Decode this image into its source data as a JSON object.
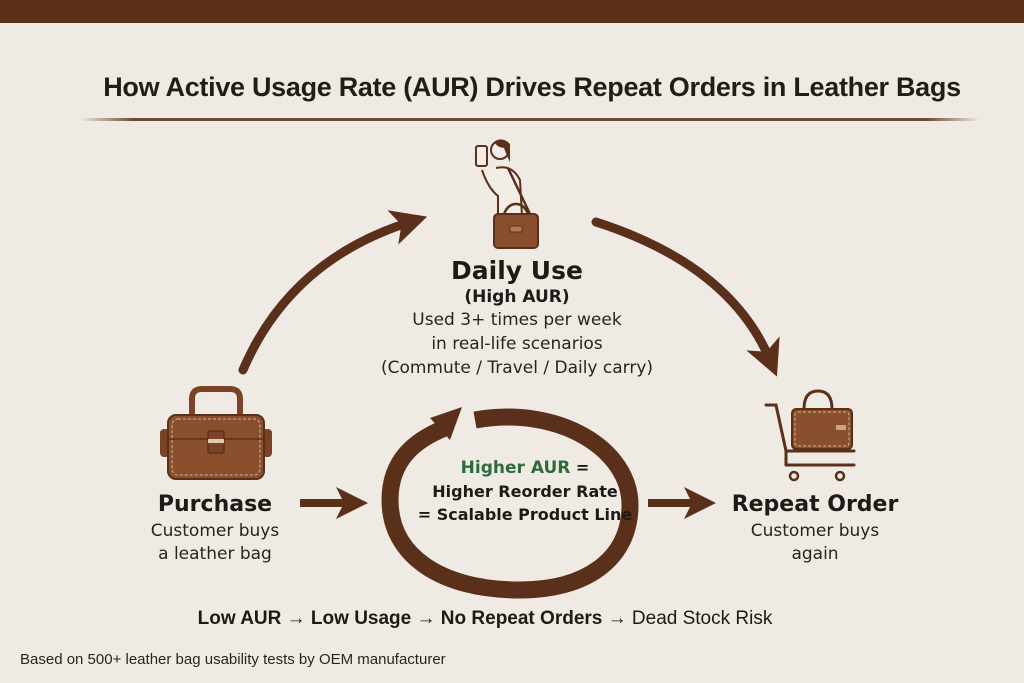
{
  "header": {
    "title": "How Active Usage Rate (AUR) Drives Repeat Orders in Leather Bags"
  },
  "nodes": {
    "daily_use": {
      "icon": "person-with-phone-and-bag-icon",
      "name": "Daily Use",
      "sub": "(High AUR)",
      "desc_lines": [
        "Used 3+ times per week",
        "in real-life scenarios",
        "(Commute / Travel / Daily carry)"
      ]
    },
    "purchase": {
      "icon": "leather-bag-icon",
      "name": "Purchase",
      "desc_lines": [
        "Customer buys",
        "a leather bag"
      ]
    },
    "repeat_order": {
      "icon": "shopping-cart-with-bag-icon",
      "name": "Repeat Order",
      "desc_lines": [
        "Customer buys",
        "again"
      ]
    }
  },
  "cycle": {
    "line1_highlight": "Higher AUR",
    "line1_suffix": " =",
    "line2": "Higher Reorder Rate",
    "line3": "= Scalable Product Line"
  },
  "bottom_chain": {
    "items": [
      "Low AUR",
      "Low Usage",
      "No Repeat Orders",
      "Dead Stock Risk"
    ],
    "separator": "→"
  },
  "footnote": "Based on 500+ leather bag usability tests by OEM manufacturer",
  "colors": {
    "background": "#efebe4",
    "arrow_brown": "#5a301b",
    "leather": "#8a4f2c",
    "accent_green": "#2f6b3c",
    "text": "#1f1a16"
  }
}
